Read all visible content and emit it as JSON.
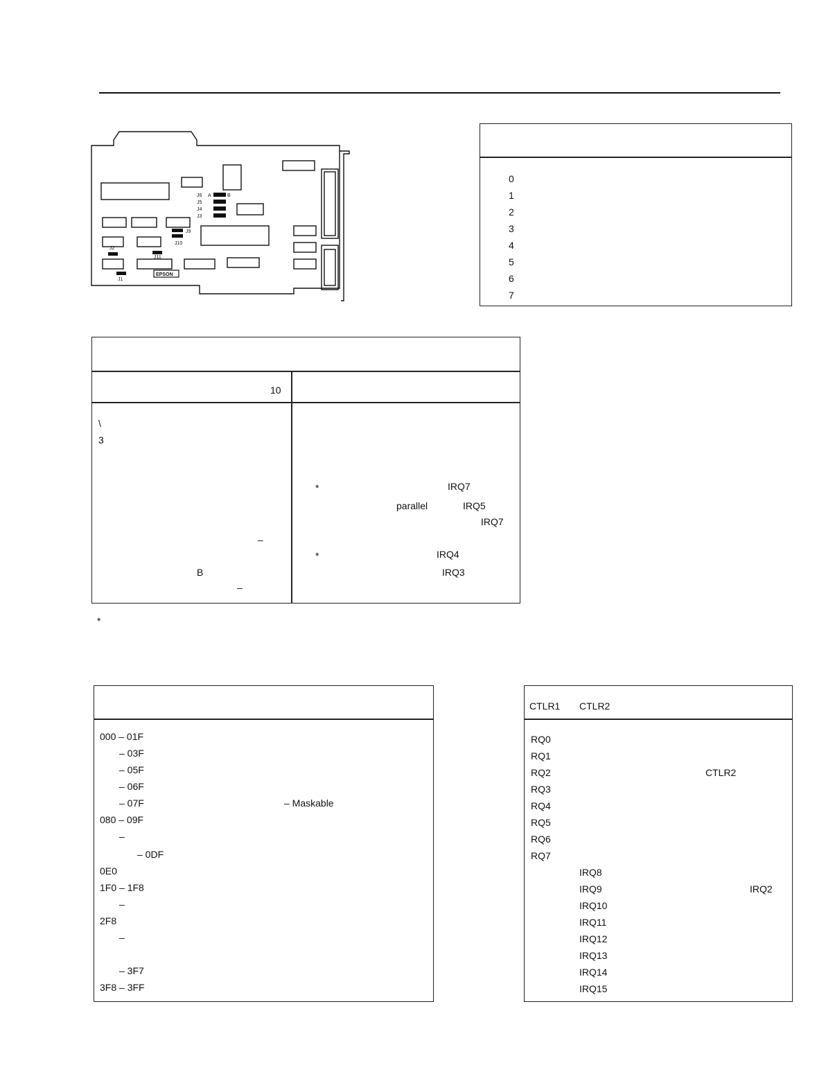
{
  "dma_table": {
    "channels": [
      "0",
      "1",
      "2",
      "3",
      "4",
      "5",
      "6",
      "7"
    ]
  },
  "jumper_table": {
    "header_left_fragment": "10",
    "left_fragments": [
      "\\",
      "3",
      "–",
      "B",
      "–"
    ],
    "right_items": [
      {
        "star": "*",
        "text": "IRQ7"
      },
      {
        "star": "",
        "text": "parallel"
      },
      {
        "star": "",
        "text": "IRQ5"
      },
      {
        "star": "",
        "text": "IRQ7"
      },
      {
        "star": "*",
        "text": "IRQ4"
      },
      {
        "star": "",
        "text": "IRQ3"
      }
    ],
    "footnote_star": "*"
  },
  "io_table": {
    "rows": [
      "000 – 01F",
      "– 03F",
      "– 05F",
      "– 06F",
      "– 07F",
      "080 – 09F",
      "–",
      "– 0DF",
      "0E0",
      "1F0 – 1F8",
      "–",
      "2F8",
      "–",
      "– 3F7",
      "3F8 – 3FF"
    ],
    "maskable_note": "– Maskable"
  },
  "irq_table": {
    "header_ctlr1": "CTLR1",
    "header_ctlr2": "CTLR2",
    "ctlr1_rows": [
      "RQ0",
      "RQ1",
      "RQ2",
      "RQ3",
      "RQ4",
      "RQ5",
      "RQ6",
      "RQ7"
    ],
    "ctlr2_rows": [
      "IRQ8",
      "IRQ9",
      "IRQ10",
      "IRQ11",
      "IRQ12",
      "IRQ13",
      "IRQ14",
      "IRQ15"
    ],
    "irq2_note": "CTLR2",
    "irq9_note": "IRQ2"
  },
  "board": {
    "brand_label": "EPSON",
    "jumper_labels": [
      "J6",
      "J5",
      "J4",
      "J3",
      "J9",
      "J10",
      "J2",
      "J11",
      "J1"
    ],
    "pin_a": "A",
    "pin_b": "B"
  }
}
